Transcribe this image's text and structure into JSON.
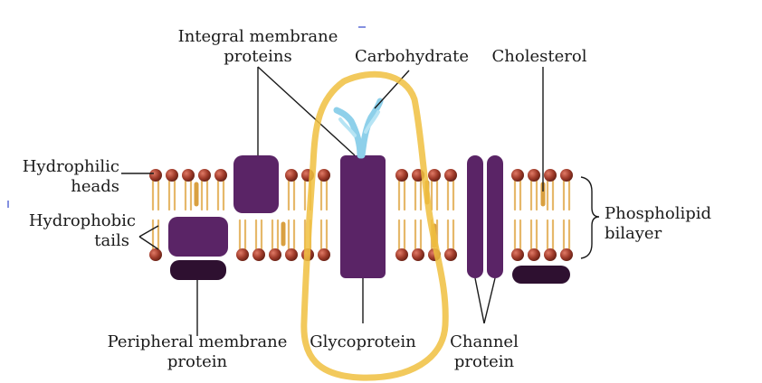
{
  "diagram": {
    "labels": {
      "integral_line1": "Integral membrane",
      "integral_line2": "proteins",
      "carbohydrate": "Carbohydrate",
      "cholesterol": "Cholesterol",
      "hydrophilic_line1": "Hydrophilic",
      "hydrophilic_line2": "heads",
      "hydrophobic_line1": "Hydrophobic",
      "hydrophobic_line2": "tails",
      "phospholipid_line1": "Phospholipid",
      "phospholipid_line2": "bilayer",
      "peripheral_line1": "Peripheral membrane",
      "peripheral_line2": "protein",
      "glycoprotein": "Glycoprotein",
      "channel_line1": "Channel",
      "channel_line2": "protein"
    },
    "colors": {
      "protein": "#5a2466",
      "peripheral_dark": "#2e1030",
      "phospholipid_head": "#a23d2c",
      "tail": "#e6b86a",
      "carbohydrate": "#8ed0ea",
      "highlight": "#f0c040",
      "line": "#1a1a1a"
    }
  }
}
